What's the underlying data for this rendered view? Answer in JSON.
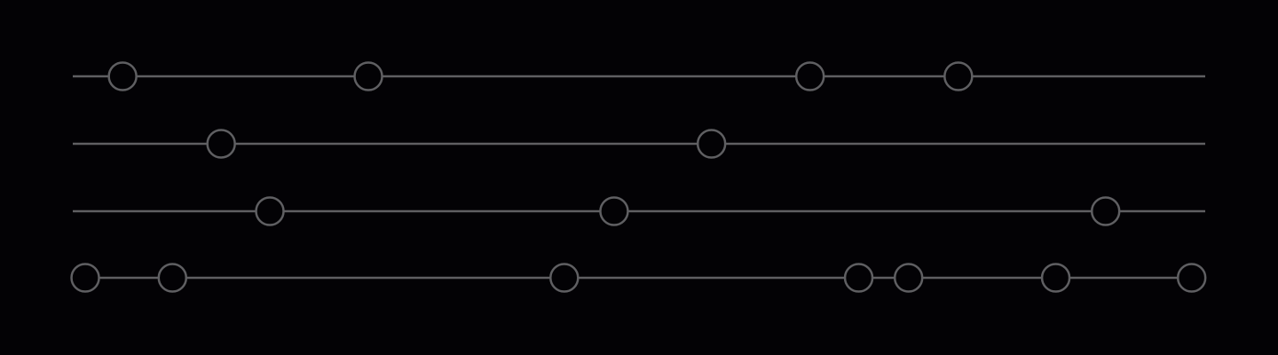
{
  "colors": {
    "background": "#030205",
    "stroke": "#5f5f62",
    "marker_fill": "#030205"
  },
  "tracks": [
    {
      "markers": [
        4.4,
        26.1,
        65.1,
        78.2
      ]
    },
    {
      "markers": [
        13.1,
        56.4
      ]
    },
    {
      "markers": [
        17.4,
        47.8,
        91.2
      ]
    },
    {
      "markers": [
        1.1,
        8.8,
        43.4,
        69.4,
        73.8,
        86.8,
        98.8
      ]
    }
  ]
}
